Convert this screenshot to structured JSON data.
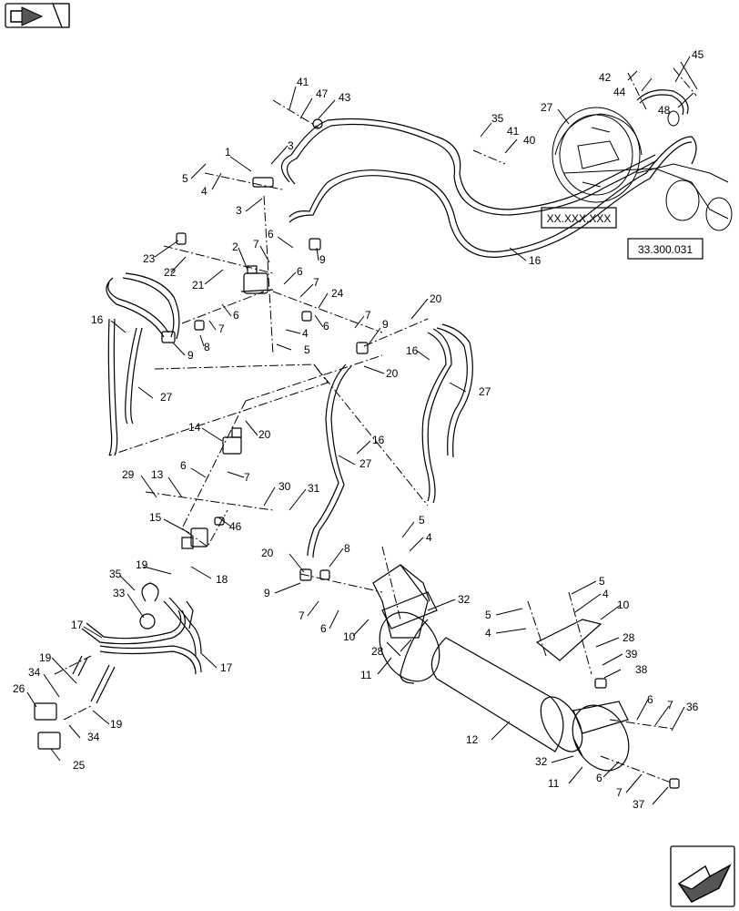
{
  "reference_boxes": [
    "XX.XXX.XXX",
    "33.300.031"
  ],
  "nav": {
    "prev_icon": "book-prev-icon",
    "next_icon": "arrow-next-icon"
  },
  "callouts": [
    {
      "id": "c1",
      "text": "41"
    },
    {
      "id": "c2",
      "text": "47"
    },
    {
      "id": "c3",
      "text": "43"
    },
    {
      "id": "c4",
      "text": "42"
    },
    {
      "id": "c5",
      "text": "44"
    },
    {
      "id": "c6",
      "text": "45"
    },
    {
      "id": "c7",
      "text": "48"
    },
    {
      "id": "c8",
      "text": "27"
    },
    {
      "id": "c9",
      "text": "35"
    },
    {
      "id": "c10",
      "text": "41"
    },
    {
      "id": "c11",
      "text": "40"
    },
    {
      "id": "c12",
      "text": "1"
    },
    {
      "id": "c13",
      "text": "3"
    },
    {
      "id": "c14",
      "text": "5"
    },
    {
      "id": "c15",
      "text": "4"
    },
    {
      "id": "c16",
      "text": "3"
    },
    {
      "id": "c17",
      "text": "2"
    },
    {
      "id": "c18",
      "text": "7"
    },
    {
      "id": "c19",
      "text": "6"
    },
    {
      "id": "c20",
      "text": "9"
    },
    {
      "id": "c21",
      "text": "23"
    },
    {
      "id": "c22",
      "text": "22"
    },
    {
      "id": "c23",
      "text": "21"
    },
    {
      "id": "c24",
      "text": "6"
    },
    {
      "id": "c25",
      "text": "7"
    },
    {
      "id": "c26",
      "text": "24"
    },
    {
      "id": "c27",
      "text": "6"
    },
    {
      "id": "c28",
      "text": "7"
    },
    {
      "id": "c29",
      "text": "20"
    },
    {
      "id": "c30",
      "text": "16"
    },
    {
      "id": "c31",
      "text": "16"
    },
    {
      "id": "c32",
      "text": "6"
    },
    {
      "id": "c33",
      "text": "7"
    },
    {
      "id": "c34",
      "text": "8"
    },
    {
      "id": "c35",
      "text": "9"
    },
    {
      "id": "c36",
      "text": "4"
    },
    {
      "id": "c37",
      "text": "5"
    },
    {
      "id": "c38",
      "text": "9"
    },
    {
      "id": "c39",
      "text": "20"
    },
    {
      "id": "c40",
      "text": "16"
    },
    {
      "id": "c41",
      "text": "27"
    },
    {
      "id": "c42",
      "text": "27"
    },
    {
      "id": "c43",
      "text": "14"
    },
    {
      "id": "c44",
      "text": "20"
    },
    {
      "id": "c45",
      "text": "27"
    },
    {
      "id": "c46",
      "text": "16"
    },
    {
      "id": "c47",
      "text": "6"
    },
    {
      "id": "c48",
      "text": "7"
    },
    {
      "id": "c49",
      "text": "29"
    },
    {
      "id": "c50",
      "text": "13"
    },
    {
      "id": "c51",
      "text": "30"
    },
    {
      "id": "c52",
      "text": "31"
    },
    {
      "id": "c53",
      "text": "15"
    },
    {
      "id": "c54",
      "text": "46"
    },
    {
      "id": "c55",
      "text": "19"
    },
    {
      "id": "c56",
      "text": "18"
    },
    {
      "id": "c57",
      "text": "35"
    },
    {
      "id": "c58",
      "text": "33"
    },
    {
      "id": "c59",
      "text": "17"
    },
    {
      "id": "c60",
      "text": "17"
    },
    {
      "id": "c61",
      "text": "19"
    },
    {
      "id": "c62",
      "text": "34"
    },
    {
      "id": "c63",
      "text": "26"
    },
    {
      "id": "c64",
      "text": "19"
    },
    {
      "id": "c65",
      "text": "34"
    },
    {
      "id": "c66",
      "text": "25"
    },
    {
      "id": "c67",
      "text": "20"
    },
    {
      "id": "c68",
      "text": "8"
    },
    {
      "id": "c69",
      "text": "9"
    },
    {
      "id": "c70",
      "text": "7"
    },
    {
      "id": "c71",
      "text": "6"
    },
    {
      "id": "c72",
      "text": "10"
    },
    {
      "id": "c73",
      "text": "5"
    },
    {
      "id": "c74",
      "text": "4"
    },
    {
      "id": "c75",
      "text": "32"
    },
    {
      "id": "c76",
      "text": "28"
    },
    {
      "id": "c77",
      "text": "11"
    },
    {
      "id": "c78",
      "text": "12"
    },
    {
      "id": "c79",
      "text": "5"
    },
    {
      "id": "c80",
      "text": "4"
    },
    {
      "id": "c81",
      "text": "5"
    },
    {
      "id": "c82",
      "text": "4"
    },
    {
      "id": "c83",
      "text": "10"
    },
    {
      "id": "c84",
      "text": "28"
    },
    {
      "id": "c85",
      "text": "39"
    },
    {
      "id": "c86",
      "text": "38"
    },
    {
      "id": "c87",
      "text": "6"
    },
    {
      "id": "c88",
      "text": "7"
    },
    {
      "id": "c89",
      "text": "36"
    },
    {
      "id": "c90",
      "text": "32"
    },
    {
      "id": "c91",
      "text": "11"
    },
    {
      "id": "c92",
      "text": "6"
    },
    {
      "id": "c93",
      "text": "7"
    },
    {
      "id": "c94",
      "text": "37"
    }
  ]
}
